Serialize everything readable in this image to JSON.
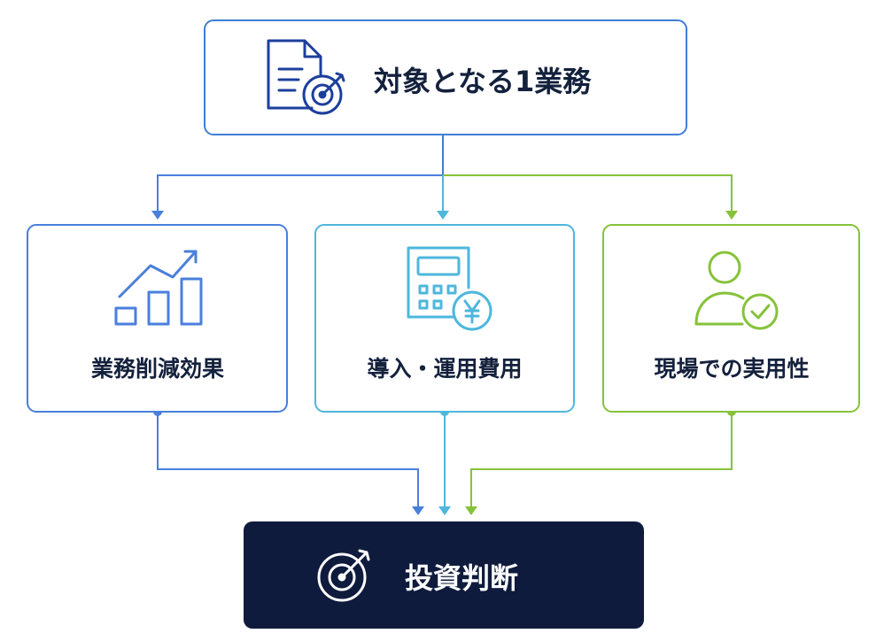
{
  "top_box": {
    "label": "対象となる1業務",
    "icon": "document-target-icon"
  },
  "criteria": [
    {
      "label": "業務削減効果",
      "icon": "growth-chart-icon"
    },
    {
      "label": "導入・運用費用",
      "icon": "calculator-yen-icon"
    },
    {
      "label": "現場での実用性",
      "icon": "user-check-icon"
    }
  ],
  "bottom_box": {
    "label": "投資判断",
    "icon": "target-icon"
  },
  "colors": {
    "navy": "#1c3f9c",
    "blue": "#4a7fdc",
    "sky": "#4eb7dc",
    "green": "#86c23a",
    "dark": "#0f1b3d",
    "text": "#14213d"
  }
}
